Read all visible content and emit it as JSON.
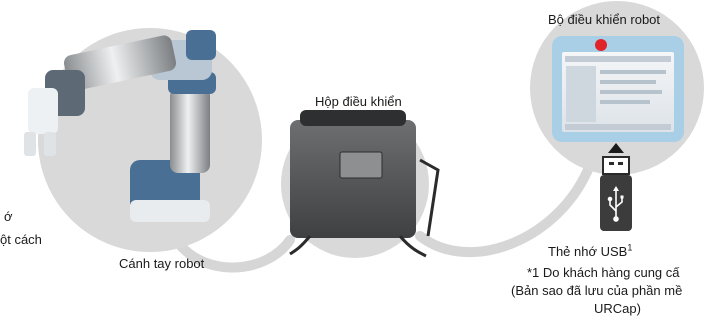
{
  "labels": {
    "left_fragment_1": "ớ",
    "left_fragment_2": "ột cách",
    "robot_arm": "Cánh tay robot",
    "control_box": "Hộp điều khiển",
    "teach_pendant": "Bộ điều khiển robot",
    "usb_name": "Thẻ nhớ USB",
    "usb_footnote_mark": "1",
    "footnote_line1": "*1  Do khách hàng cung cấ",
    "footnote_line2": "(Bản sao đã lưu của phần mề",
    "footnote_line3": "URCap)"
  },
  "icons": {
    "usb_stick": "usb-symbol-icon",
    "arrow": "arrow-up-icon"
  },
  "colors": {
    "circle_fill": "#d9d9d9",
    "connector": "#d6d6d6",
    "pendant_frame": "#a9cfe6",
    "pendant_button": "#e0242a",
    "usb_body": "#3c3c3c"
  }
}
